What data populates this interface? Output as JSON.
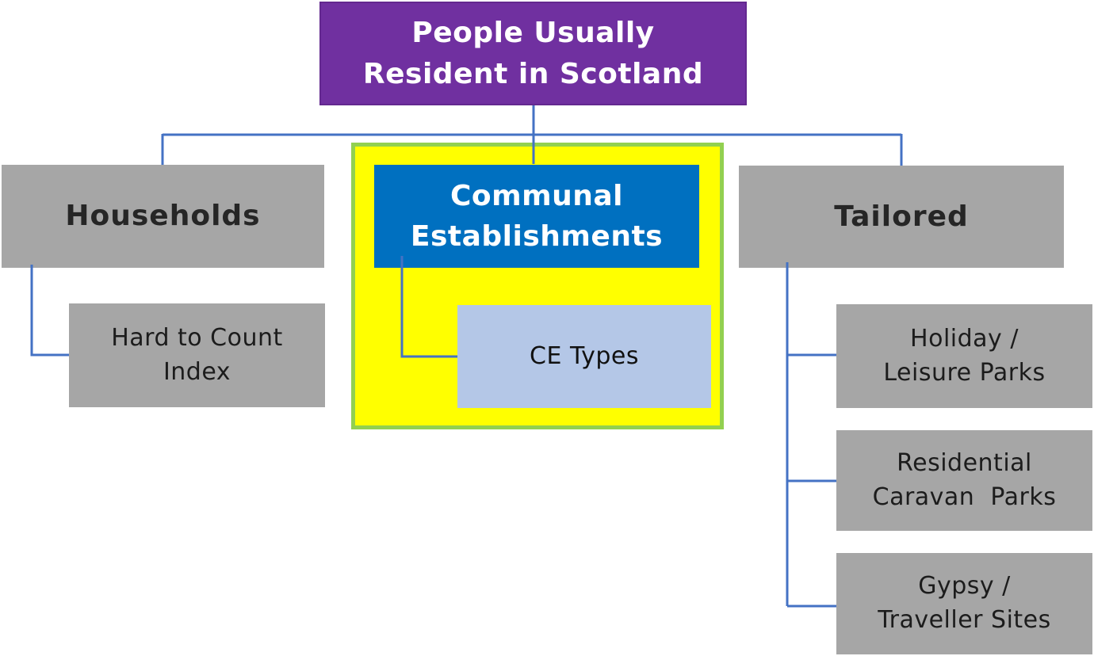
{
  "diagram": {
    "root": {
      "label": "People Usually\nResident in Scotland"
    },
    "households": {
      "label": "Households"
    },
    "hard_to_count": {
      "label": "Hard to Count\nIndex"
    },
    "communal": {
      "label": "Communal\nEstablishments"
    },
    "ce_types": {
      "label": "CE Types"
    },
    "tailored": {
      "label": "Tailored"
    },
    "holiday": {
      "label": "Holiday /\nLeisure Parks"
    },
    "residential": {
      "label": "Residential\nCaravan  Parks"
    },
    "gypsy": {
      "label": "Gypsy /\nTraveller Sites"
    }
  },
  "colors": {
    "background": "#FFFFFF",
    "root_fill": "#7030A0",
    "root_text": "#FFFFFF",
    "category_fill": "#A6A6A6",
    "category_text": "#262626",
    "communal_fill": "#0070C0",
    "communal_text": "#FFFFFF",
    "highlight_fill": "#FFFF00",
    "highlight_border": "#92D050",
    "ce_types_fill": "#B4C7E7",
    "connector": "#4472C4"
  }
}
